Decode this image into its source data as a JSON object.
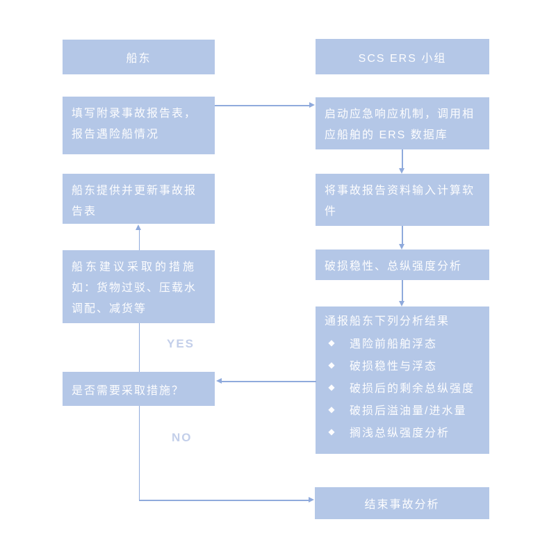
{
  "colors": {
    "box_fill": "#b4c7e7",
    "line": "#8faadc",
    "box_text": "#fdfdfe",
    "label_text": "#c3cfea"
  },
  "left_lane": {
    "header": "船东",
    "fill_report": {
      "lines": [
        "填写附录事故报告表，",
        "报告遇险船情况"
      ]
    },
    "update_report": {
      "lines": [
        "船东提供并更新事故报",
        "告表"
      ]
    },
    "suggest_measures": {
      "lines": [
        "船东建议采取的措施",
        "如：货物过驳、压载水",
        "调配、减货等"
      ]
    },
    "decision": "是否需要采取措施？",
    "yes_label": "YES",
    "no_label": "NO"
  },
  "right_lane": {
    "header": "SCS ERS 小组",
    "activate_ers": {
      "lines": [
        "启动应急响应机制，调用相",
        "应船舶的 ERS 数据库"
      ]
    },
    "input_data": {
      "lines": [
        "将事故报告资料输入计算软",
        "件"
      ]
    },
    "analysis": "破损稳性、总纵强度分析",
    "report_results": {
      "title": "通报船东下列分析结果",
      "bullet_icon": "◆",
      "items": [
        "遇险前船舶浮态",
        "破损稳性与浮态",
        "破损后的剩余总纵强度",
        "破损后溢油量/进水量",
        "搁浅总纵强度分析"
      ]
    },
    "end": "结束事故分析"
  }
}
